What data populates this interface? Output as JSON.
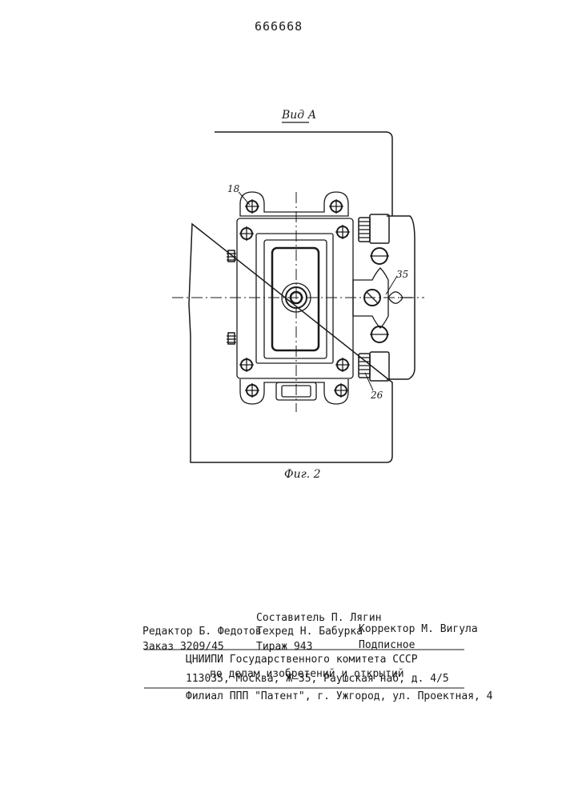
{
  "header": {
    "patent_number": "666668"
  },
  "drawing": {
    "view_label": "Вид А",
    "figure_caption": "Фиг. 2",
    "callouts": {
      "c18": "18",
      "c35": "35",
      "c26": "26"
    }
  },
  "footer": {
    "compiler": "Составитель П. Лягин",
    "editor": "Редактор Б. Федотов",
    "techred": "Техред Н. Бабурка",
    "corrector": "Корректор М. Вигула",
    "order": "Заказ 3209/45",
    "circulation": "Тираж 943",
    "subscription": "Подписное",
    "org_line1": "ЦНИИПИ Государственного комитета СССР",
    "org_line2": "по делам изобретений и открытий",
    "address": "113035, Москва, Ж–35, Раушская наб, д. 4/5",
    "branch": "Филиал ППП \"Патент\", г. Ужгород, ул. Проектная, 4"
  }
}
